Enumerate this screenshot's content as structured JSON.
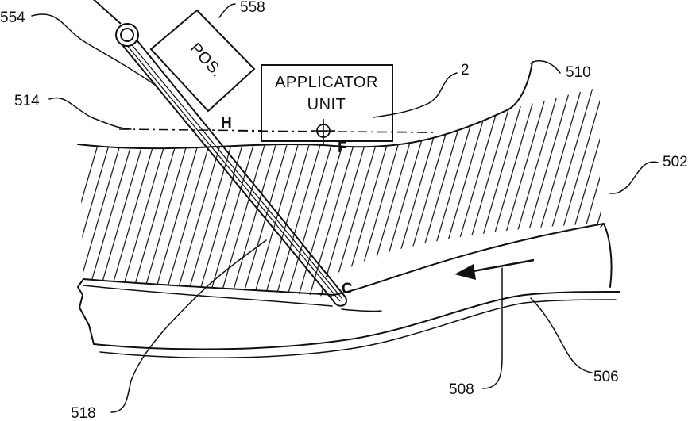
{
  "reference_labels": {
    "r554": "554",
    "r558": "558",
    "r514": "514",
    "r2": "2",
    "r510": "510",
    "r502": "502",
    "r508": "508",
    "r506": "506",
    "r518": "518"
  },
  "position_sensor": {
    "label": "POS."
  },
  "applicator_unit": {
    "line1": "APPLICATOR",
    "line2": "UNIT"
  },
  "points": {
    "h": "H",
    "f": "F",
    "c": "C"
  }
}
